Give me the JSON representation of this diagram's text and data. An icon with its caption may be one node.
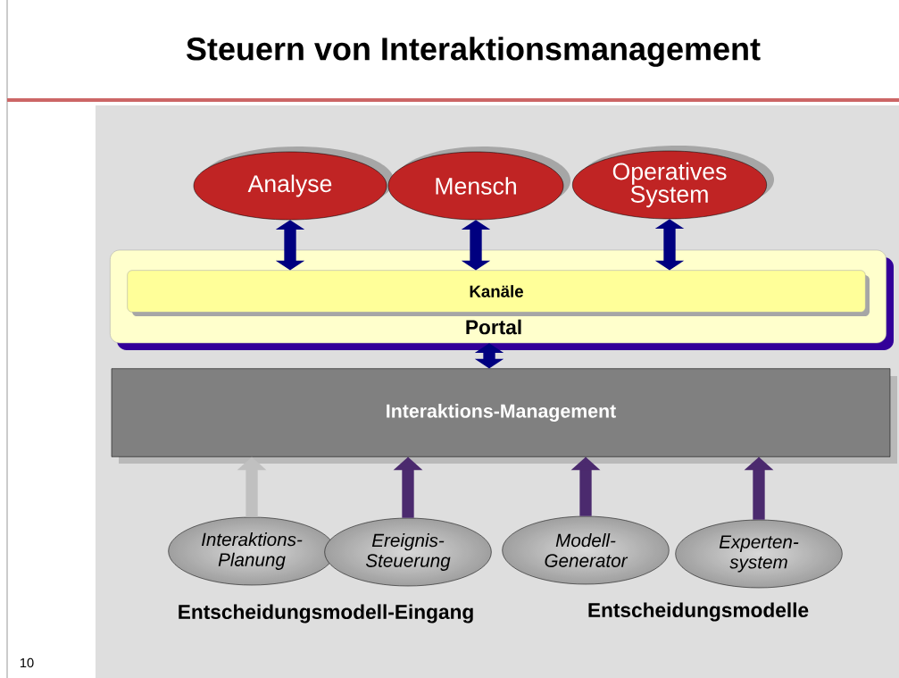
{
  "diagram": {
    "title": "Steuern von Interaktionsmanagement",
    "nodes": [
      {
        "text": [
          "Analyse"
        ]
      },
      {
        "text": [
          "Mensch"
        ]
      },
      {
        "text": [
          "Operatives System"
        ]
      },
      {
        "text": [
          "Portal"
        ]
      },
      {
        "text": [
          "Kanäle"
        ],
        "in": 3
      },
      {
        "text": [
          "Interaktions-Management"
        ]
      },
      {
        "text": [
          "Interaktions- Planung"
        ]
      },
      {
        "text": [
          "Ereignis- Steuerung"
        ]
      },
      {
        "text": [
          "Modell- Generator"
        ]
      },
      {
        "text": [
          "Experten- system"
        ]
      }
    ],
    "edges": [
      {
        "from": 0,
        "to": 4,
        "arrow": "both",
        "color": "#000080"
      },
      {
        "from": 1,
        "to": 4,
        "arrow": "both",
        "color": "#000080"
      },
      {
        "from": 2,
        "to": 4,
        "arrow": "both",
        "color": "#000080"
      },
      {
        "from": 3,
        "to": 5,
        "arrow": "both",
        "color": "#000080"
      },
      {
        "from": 6,
        "to": 5,
        "arrow": "to",
        "color": "#c0c0c0"
      },
      {
        "from": 7,
        "to": 5,
        "arrow": "to",
        "color": "#4b2a6e"
      },
      {
        "from": 8,
        "to": 5,
        "arrow": "to",
        "color": "#4b2a6e"
      },
      {
        "from": 9,
        "to": 5,
        "arrow": "to",
        "color": "#4b2a6e"
      }
    ],
    "labels": [
      "Entscheidungsmodell-Eingang",
      "Entscheidungsmodelle",
      "10"
    ]
  }
}
